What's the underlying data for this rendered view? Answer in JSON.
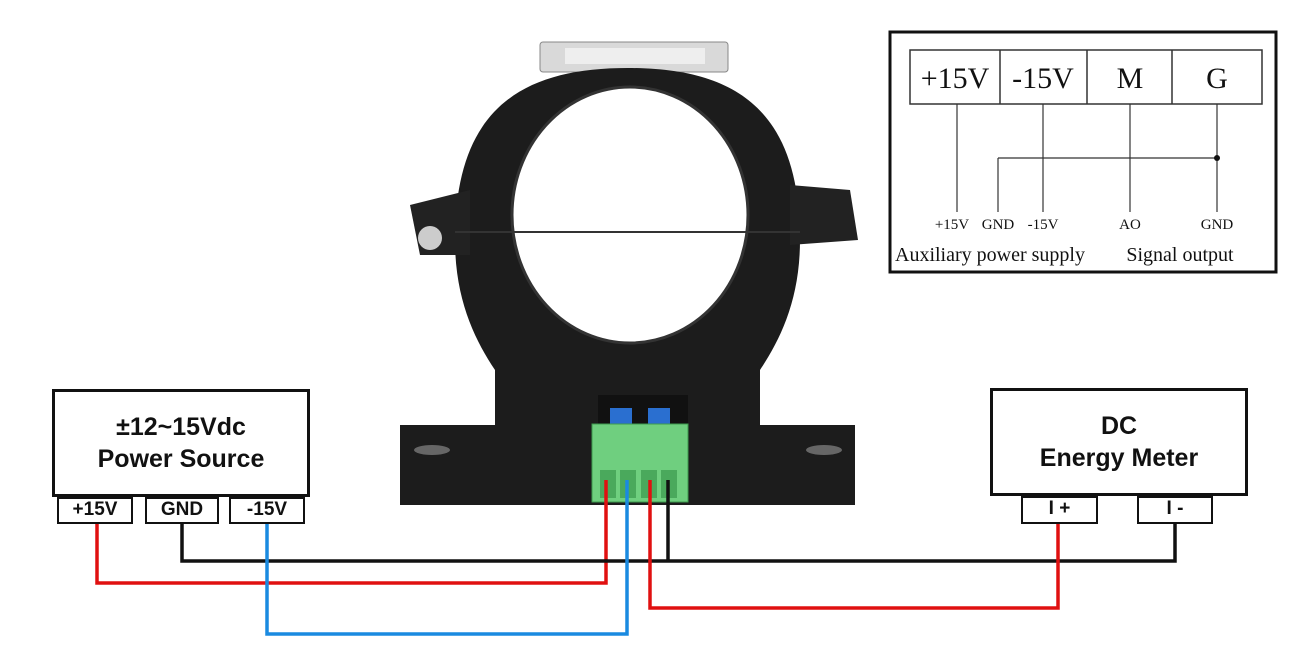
{
  "power_source": {
    "line1": "±12~15Vdc",
    "line2": "Power Source",
    "terminals": [
      "+15V",
      "GND",
      "-15V"
    ]
  },
  "meter": {
    "line1": "DC",
    "line2": "Energy Meter",
    "terminals": [
      "I +",
      "I -"
    ]
  },
  "pinout": {
    "pins": [
      "+15V",
      "-15V",
      "M",
      "G"
    ],
    "signals": [
      "+15V",
      "GND",
      "-15V",
      "AO",
      "GND"
    ],
    "group_labels": [
      "Auxiliary power supply",
      "Signal output"
    ]
  },
  "colors": {
    "red": "#e01010",
    "blue": "#1a8ae0",
    "black": "#111111",
    "terminal_green": "#6fcf7f"
  }
}
